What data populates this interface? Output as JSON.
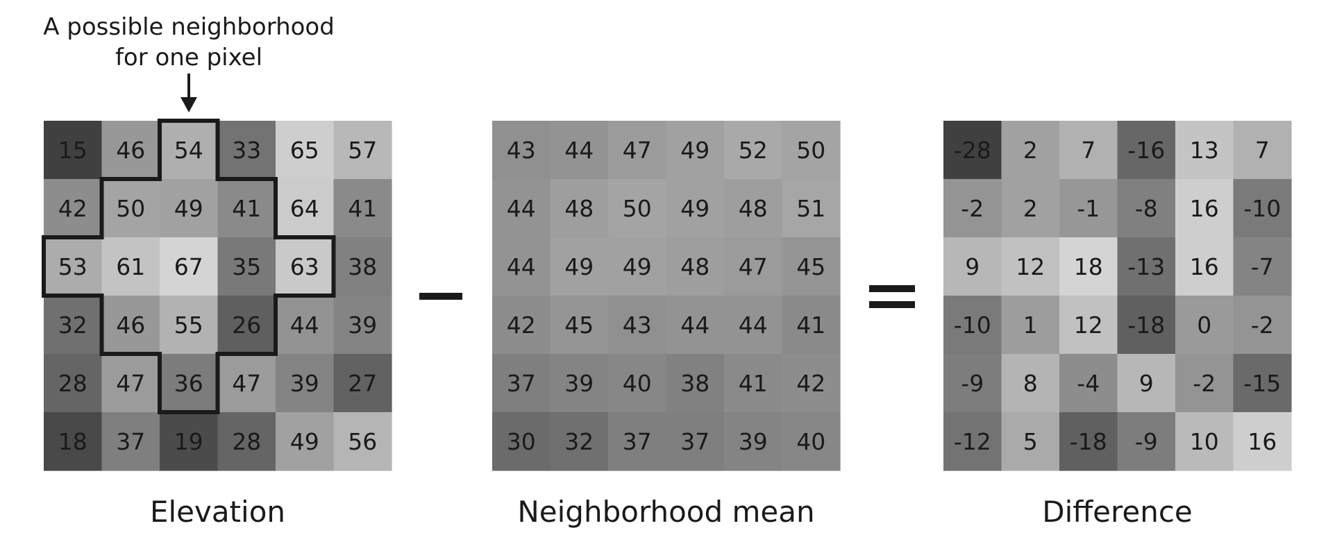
{
  "annotation": {
    "line1": "A possible neighborhood",
    "line2": "for one pixel"
  },
  "operators": {
    "minus": "−",
    "equals": "="
  },
  "grids": [
    {
      "label": "Elevation",
      "values": [
        [
          15,
          46,
          54,
          33,
          65,
          57
        ],
        [
          42,
          50,
          49,
          41,
          64,
          41
        ],
        [
          53,
          61,
          67,
          35,
          63,
          38
        ],
        [
          32,
          46,
          55,
          26,
          44,
          39
        ],
        [
          28,
          47,
          36,
          47,
          39,
          27
        ],
        [
          18,
          37,
          19,
          28,
          49,
          56
        ]
      ]
    },
    {
      "label": "Neighborhood mean",
      "values": [
        [
          43,
          44,
          47,
          49,
          52,
          50
        ],
        [
          44,
          48,
          50,
          49,
          48,
          51
        ],
        [
          44,
          49,
          49,
          48,
          47,
          45
        ],
        [
          42,
          45,
          43,
          44,
          44,
          41
        ],
        [
          37,
          39,
          40,
          38,
          41,
          42
        ],
        [
          30,
          32,
          37,
          37,
          39,
          40
        ]
      ]
    },
    {
      "label": "Difference",
      "values": [
        [
          -28,
          2,
          7,
          -16,
          13,
          7
        ],
        [
          -2,
          2,
          -1,
          -8,
          16,
          -10
        ],
        [
          9,
          12,
          18,
          -13,
          16,
          -7
        ],
        [
          -10,
          1,
          12,
          -18,
          0,
          -2
        ],
        [
          -9,
          8,
          -4,
          9,
          -2,
          -15
        ],
        [
          -12,
          5,
          -18,
          -9,
          10,
          16
        ]
      ]
    }
  ],
  "neighborhood_cells": [
    [
      0,
      2
    ],
    [
      1,
      1
    ],
    [
      1,
      2
    ],
    [
      1,
      3
    ],
    [
      2,
      0
    ],
    [
      2,
      1
    ],
    [
      2,
      2
    ],
    [
      2,
      3
    ],
    [
      2,
      4
    ],
    [
      3,
      1
    ],
    [
      3,
      2
    ],
    [
      3,
      3
    ],
    [
      4,
      2
    ]
  ]
}
